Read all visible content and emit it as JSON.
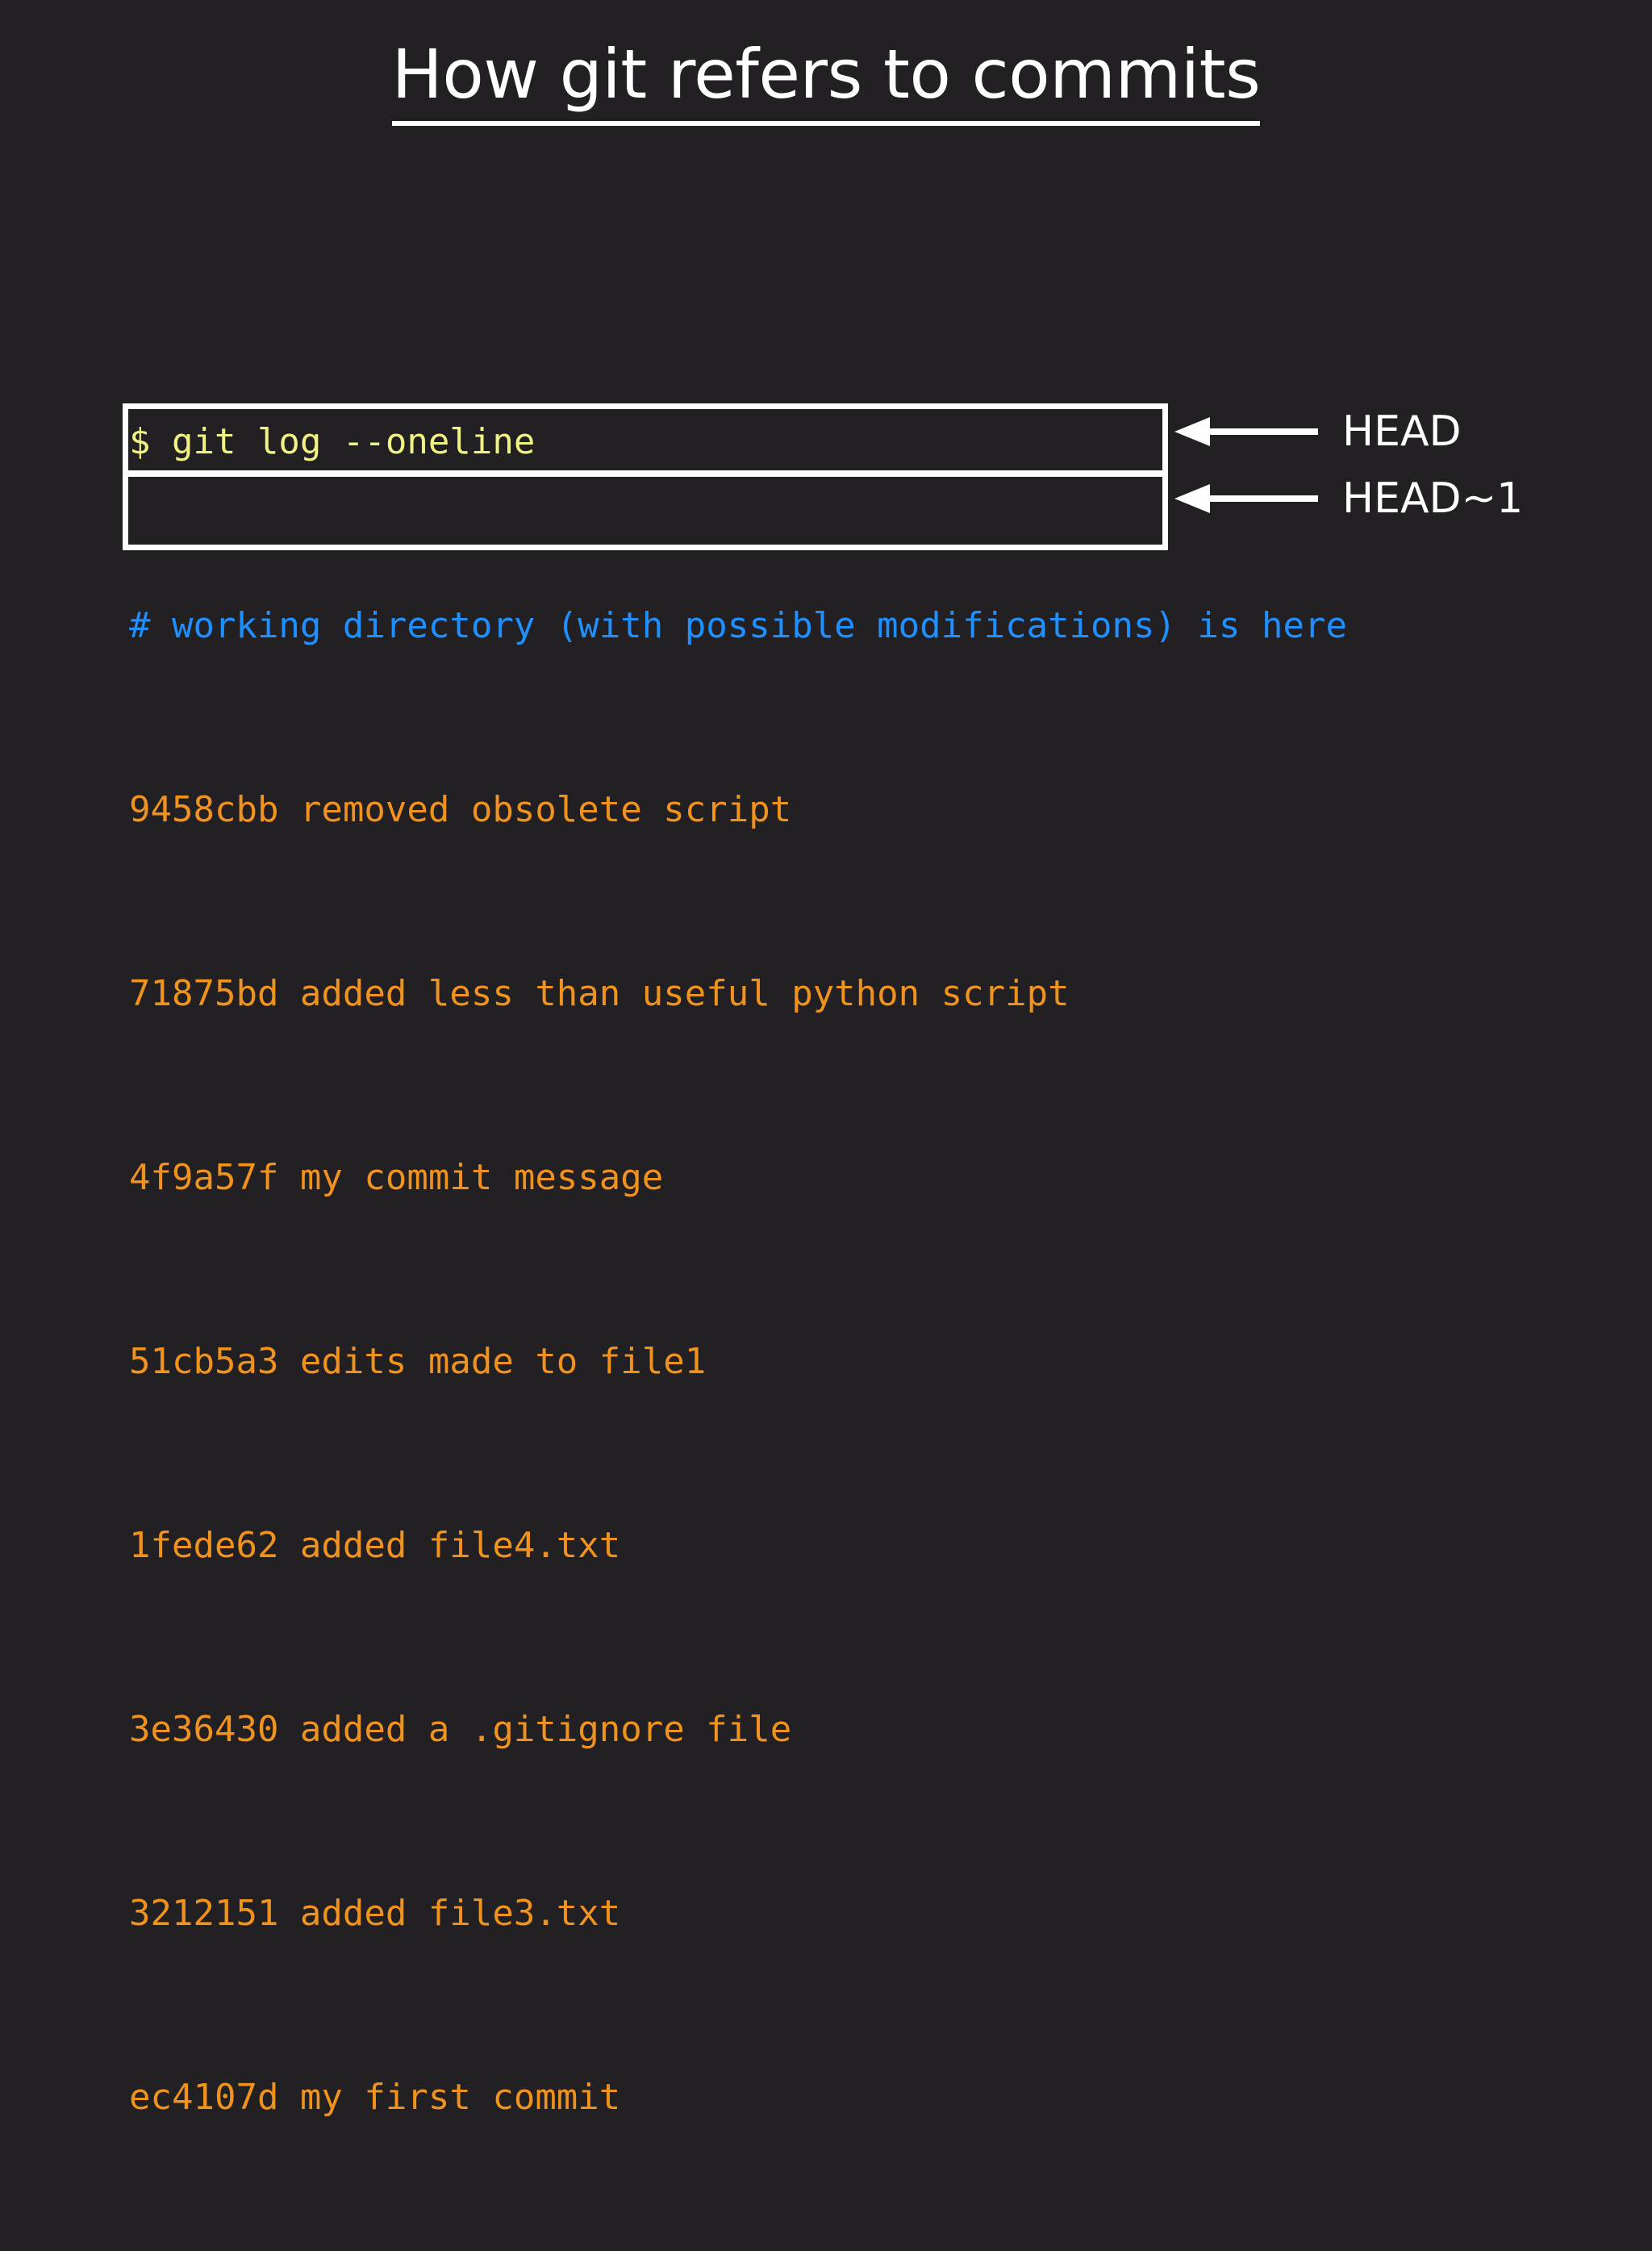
{
  "slide": {
    "title": "How git refers to commits",
    "background_color": "#222022"
  },
  "terminal": {
    "prompt_line": "$ git log --oneline",
    "comment_line": "# working directory (with possible modifications) is here",
    "colors": {
      "command": "#f2f283",
      "comment": "#1e90ff",
      "commit": "#f0921e",
      "annotation": "#ffffff"
    },
    "commits": [
      {
        "hash": "9458cbb",
        "message": "removed obsolete script",
        "line": "9458cbb removed obsolete script",
        "highlighted": true
      },
      {
        "hash": "71875bd",
        "message": "added less than useful python script",
        "line": "71875bd added less than useful python script",
        "highlighted": true
      },
      {
        "hash": "4f9a57f",
        "message": "my commit message",
        "line": "4f9a57f my commit message",
        "highlighted": false
      },
      {
        "hash": "51cb5a3",
        "message": "edits made to file1",
        "line": "51cb5a3 edits made to file1",
        "highlighted": false
      },
      {
        "hash": "1fede62",
        "message": "added file4.txt",
        "line": "1fede62 added file4.txt",
        "highlighted": false
      },
      {
        "hash": "3e36430",
        "message": "added a .gitignore file",
        "line": "3e36430 added a .gitignore file",
        "highlighted": false
      },
      {
        "hash": "3212151",
        "message": "added file3.txt",
        "line": "3212151 added file3.txt",
        "highlighted": false
      },
      {
        "hash": "ec4107d",
        "message": "my first commit",
        "line": "ec4107d my first commit",
        "highlighted": false
      }
    ]
  },
  "annotations": [
    {
      "label": "HEAD",
      "points_to": "9458cbb"
    },
    {
      "label": "HEAD~1",
      "points_to": "71875bd"
    }
  ]
}
